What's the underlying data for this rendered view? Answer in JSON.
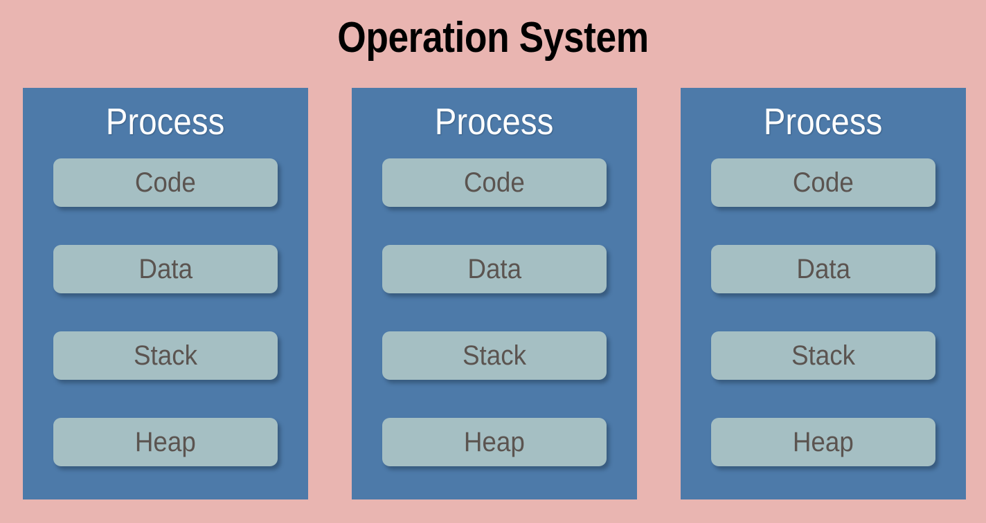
{
  "title": "Operation System",
  "colors": {
    "background": "#e9b5b1",
    "process_box": "#4d7aa9",
    "segment_box": "#a5bfc3",
    "title_text": "#000000",
    "process_title_text": "#ffffff",
    "segment_text": "#5b5450"
  },
  "processes": [
    {
      "title": "Process",
      "segments": [
        {
          "label": "Code"
        },
        {
          "label": "Data"
        },
        {
          "label": "Stack"
        },
        {
          "label": "Heap"
        }
      ]
    },
    {
      "title": "Process",
      "segments": [
        {
          "label": "Code"
        },
        {
          "label": "Data"
        },
        {
          "label": "Stack"
        },
        {
          "label": "Heap"
        }
      ]
    },
    {
      "title": "Process",
      "segments": [
        {
          "label": "Code"
        },
        {
          "label": "Data"
        },
        {
          "label": "Stack"
        },
        {
          "label": "Heap"
        }
      ]
    }
  ]
}
